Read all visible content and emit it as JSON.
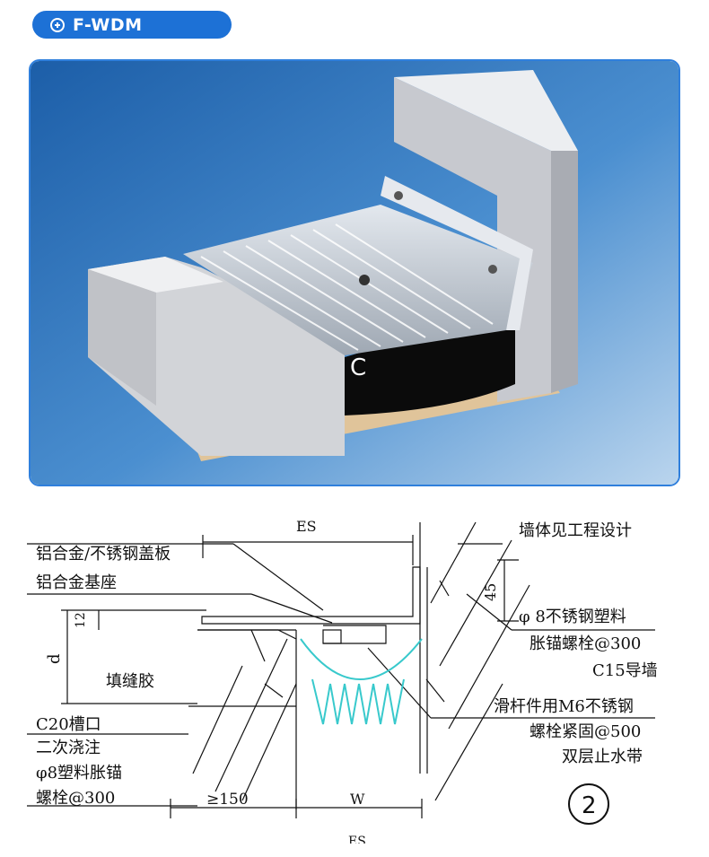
{
  "header": {
    "badge_label": "F-WDM",
    "badge_icon": "circle-plus-icon",
    "accent_color": "#1d71d6"
  },
  "photo": {
    "callout_letter": "C"
  },
  "drawing": {
    "dim_es_top": "ES",
    "dim_es_bottom": "ES",
    "dim_d": "d",
    "dim_12": "12",
    "dim_45": "45",
    "dim_150": "≥150",
    "dim_w": "W",
    "detail_number": "2",
    "labels_left": [
      "铝合金/不锈钢盖板",
      "铝合金基座",
      "填缝胶",
      "C20槽口",
      "二次浇注",
      "φ8塑料胀锚",
      "螺栓@300"
    ],
    "labels_right": [
      "墙体见工程设计",
      "φ 8不锈钢塑料",
      "胀锚螺栓@300",
      "C15导墙",
      "滑杆件用M6不锈钢",
      "螺栓紧固@500",
      "双层止水带"
    ]
  }
}
